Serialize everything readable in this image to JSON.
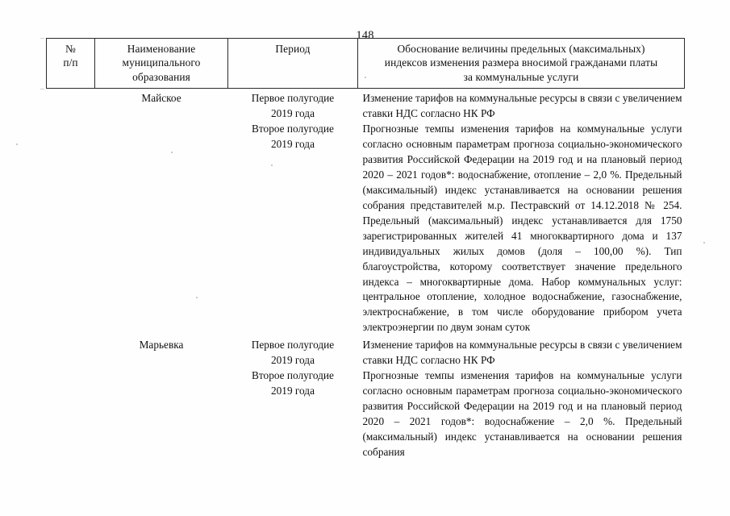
{
  "document": {
    "page_number": "148"
  },
  "table": {
    "headers": {
      "num": "№\nп/п",
      "num_line1": "№",
      "num_line2": "п/п",
      "name_line1": "Наименование",
      "name_line2": "муниципального",
      "name_line3": "образования",
      "period": "Период",
      "justification_line1": "Обоснование величины предельных (максимальных)",
      "justification_line2": "индексов изменения размера вносимой гражданами платы",
      "justification_line3": "за коммунальные услуги"
    },
    "rows": [
      {
        "num": "",
        "name": "Майское",
        "periods": [
          "Первое полугодие",
          "2019 года",
          "Второе полугодие",
          "2019 года"
        ],
        "justification_paragraphs": [
          "Изменение тарифов на коммунальные ресурсы в связи с увеличением ставки НДС согласно НК РФ",
          "Прогнозные темпы изменения тарифов на коммунальные услуги согласно основным параметрам прогноза социально-экономического развития Российской Федерации на 2019 год и на плановый период 2020 – 2021 годов*: водоснабжение, отопление – 2,0 %. Предельный (максимальный) индекс устанавливается на основании решения собрания представителей м.р. Пестравский от 14.12.2018 № 254. Предельный (максимальный) индекс устанавливается для 1750 зарегистрированных жителей 41 многоквартирного дома и 137 индивидуальных жилых домов (доля – 100,00 %). Тип благоустройства, которому соответствует значение предельного индекса – многоквартирные дома. Набор коммунальных услуг: центральное отопление, холодное водоснабжение, газоснабжение, электроснабжение, в том числе оборудование прибором учета электроэнергии по двум зонам суток"
        ]
      },
      {
        "num": "",
        "name": "Марьевка",
        "periods": [
          "Первое полугодие",
          "2019 года",
          "Второе полугодие",
          "2019 года"
        ],
        "justification_paragraphs": [
          "Изменение тарифов на коммунальные ресурсы в связи с увеличением ставки НДС согласно НК РФ",
          "Прогнозные темпы изменения тарифов на коммунальные услуги согласно основным параметрам прогноза социально-экономического развития Российской Федерации на 2019 год и на плановый период 2020 – 2021 годов*: водоснабжение – 2,0 %. Предельный (максимальный) индекс устанавливается на основании решения собрания"
        ]
      }
    ]
  }
}
